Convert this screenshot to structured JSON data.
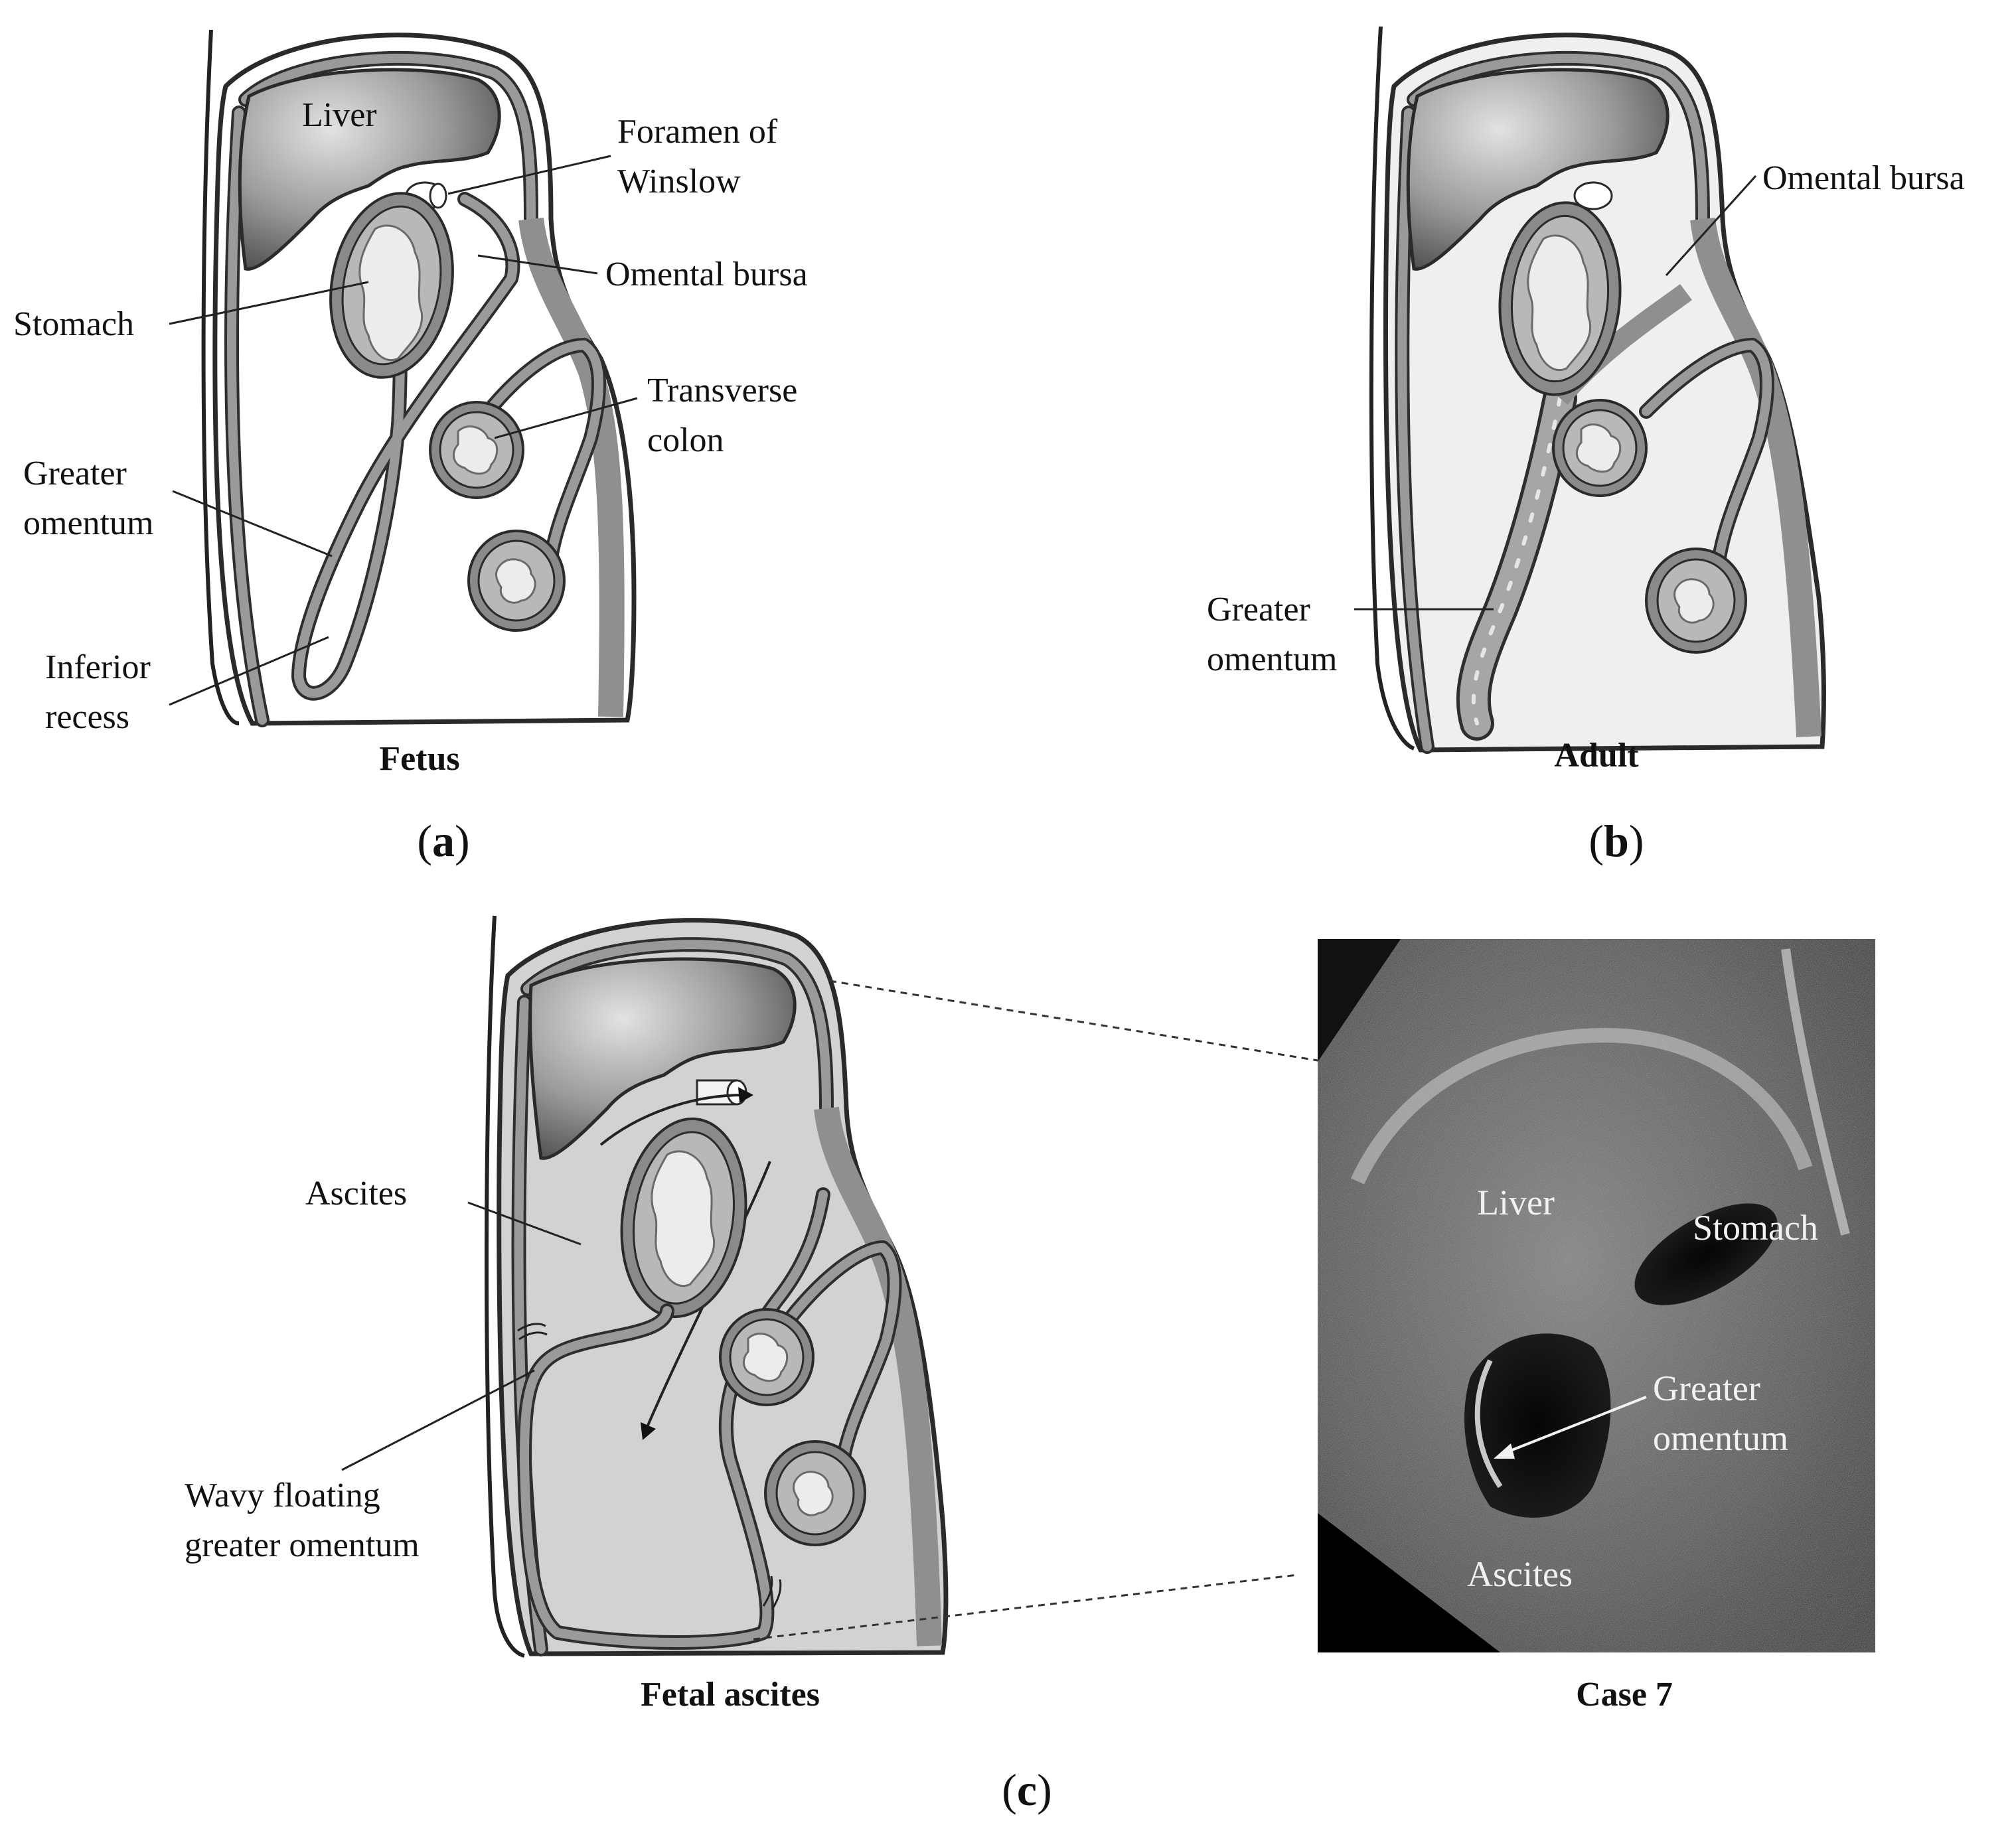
{
  "panel_a": {
    "labels": {
      "liver": "Liver",
      "foramen_line1": "Foramen of",
      "foramen_line2": "Winslow",
      "stomach": "Stomach",
      "omental_bursa": "Omental bursa",
      "transverse_line1": "Transverse",
      "transverse_line2": "colon",
      "greater_line1": "Greater",
      "greater_line2": "omentum",
      "inferior_line1": "Inferior",
      "inferior_line2": "recess"
    },
    "caption": "Fetus",
    "panel_open": "(",
    "panel_letter": "a",
    "panel_close": ")"
  },
  "panel_b": {
    "labels": {
      "omental_bursa": "Omental bursa",
      "greater_line1": "Greater",
      "greater_line2": "omentum"
    },
    "caption": "Adult",
    "panel_open": "(",
    "panel_letter": "b",
    "panel_close": ")"
  },
  "panel_c": {
    "labels": {
      "ascites": "Ascites",
      "wavy_line1": "Wavy floating",
      "wavy_line2": "greater omentum"
    },
    "caption_left": "Fetal ascites",
    "caption_right": "Case 7",
    "ultrasound_labels": {
      "liver": "Liver",
      "stomach": "Stomach",
      "greater_line1": "Greater",
      "greater_line2": "omentum",
      "ascites": "Ascites"
    },
    "panel_open": "(",
    "panel_letter": "c",
    "panel_close": ")"
  },
  "colors": {
    "liver_dark": "#5a5a5a",
    "liver_light": "#d8d8d8",
    "cavity_fetus": "#ffffff",
    "cavity_adult": "#efefef",
    "cavity_ascites": "#d2d2d2",
    "membrane": "#8f8f8f",
    "ultrasound_bg": "#1a1a1a"
  }
}
